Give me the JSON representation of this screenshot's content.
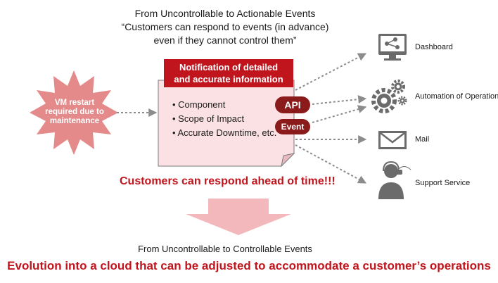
{
  "header": {
    "line1": "From Uncontrollable to Actionable Events",
    "line2": "“Customers can respond to events (in advance)",
    "line3": "even if they cannot control them”"
  },
  "source": {
    "line1": "VM restart",
    "line2": "required due to",
    "line3": "maintenance"
  },
  "notification": {
    "title_line1": "Notification of detailed",
    "title_line2": "and accurate information",
    "bullets": [
      "• Component",
      "• Scope of Impact",
      "• Accurate Downtime, etc."
    ]
  },
  "channels": {
    "api": "API",
    "event": "Event"
  },
  "targets": [
    {
      "label": "Dashboard",
      "icon": "dashboard-icon"
    },
    {
      "label": "Automation of Operations",
      "icon": "gears-icon"
    },
    {
      "label": "Mail",
      "icon": "mail-icon"
    },
    {
      "label": "Support Service",
      "icon": "support-icon"
    }
  ],
  "result": "Customers can respond ahead of time!!!",
  "footer": {
    "subtitle": "From Uncontrollable to Controllable Events",
    "title": "Evolution into a cloud that can be adjusted to accommodate a customer’s operations"
  },
  "colors": {
    "accent_red": "#c0151d",
    "pill_dark_red": "#8b1a1a",
    "burst_pink": "#e58a8a",
    "note_pink": "#fbe1e4",
    "arrow_pink": "#f3b8bb",
    "icon_gray": "#6b6b6b"
  }
}
